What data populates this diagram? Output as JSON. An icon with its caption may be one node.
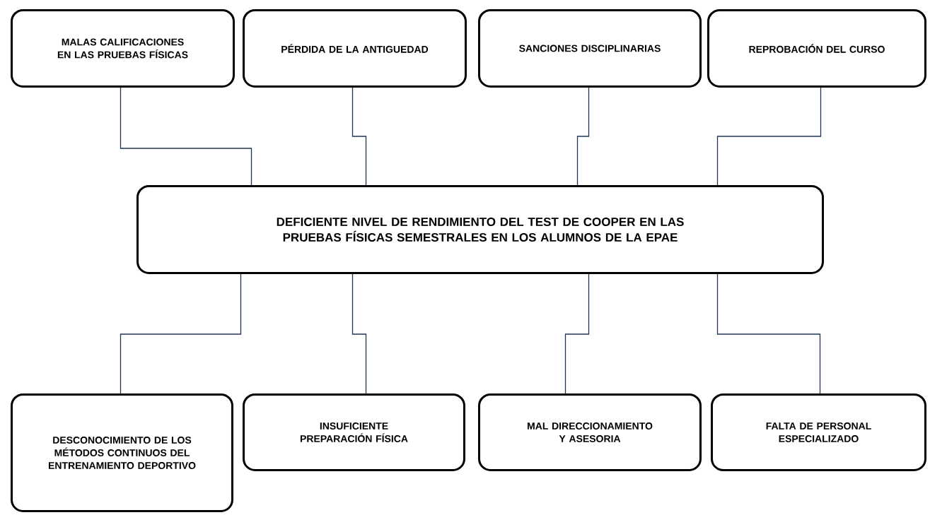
{
  "diagram": {
    "nodes": [
      {
        "text": [
          "MALAS CALIFICACIONES EN LAS PRUEBAS FÍSICAS"
        ]
      },
      {
        "text": [
          "PÉRDIDA DE LA ANTIGUEDAD"
        ]
      },
      {
        "text": [
          "SANCIONES DISCIPLINARIAS"
        ]
      },
      {
        "text": [
          "REPROBACIÓN DEL CURSO"
        ]
      },
      {
        "text": [
          "DEFICIENTE NIVEL DE RENDIMIENTO DEL TEST DE COOPER EN LAS PRUEBAS FÍSICAS SEMESTRALES EN LOS ALUMNOS DE LA EPAE"
        ]
      },
      {
        "text": [
          "DESCONOCIMIENTO DE LOS MÉTODOS CONTINUOS DEL ENTRENAMIENTO DEPORTIVO"
        ]
      },
      {
        "text": [
          "INSUFICIENTE PREPARACIÓN FÍSICA"
        ]
      },
      {
        "text": [
          "MAL DIRECCIONAMIENTO Y ASESORIA"
        ]
      },
      {
        "text": [
          "FALTA DE PERSONAL ESPECIALIZADO"
        ]
      }
    ],
    "edges": [
      {
        "from": 0,
        "to": 4,
        "arrow": "none"
      },
      {
        "from": 1,
        "to": 4,
        "arrow": "none"
      },
      {
        "from": 2,
        "to": 4,
        "arrow": "none"
      },
      {
        "from": 3,
        "to": 4,
        "arrow": "none"
      },
      {
        "from": 4,
        "to": 5,
        "arrow": "none"
      },
      {
        "from": 4,
        "to": 6,
        "arrow": "none"
      },
      {
        "from": 4,
        "to": 7,
        "arrow": "none"
      },
      {
        "from": 4,
        "to": 8,
        "arrow": "none"
      }
    ]
  }
}
